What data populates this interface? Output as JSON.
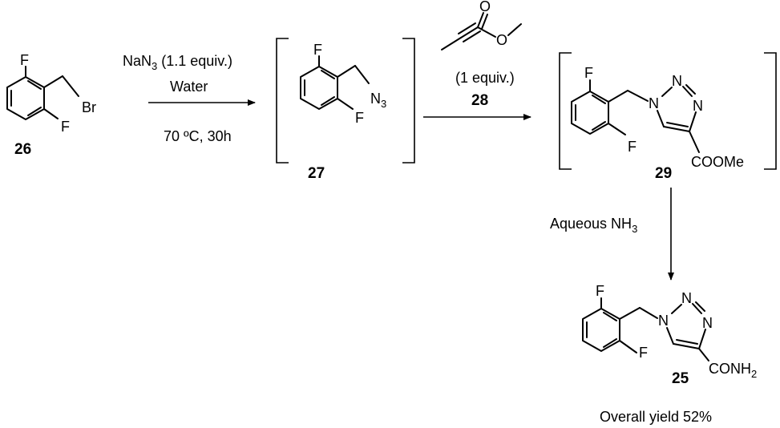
{
  "compounds": {
    "c26": {
      "label": "26",
      "atoms": {
        "f_top": "F",
        "f_bottom": "F",
        "br": "Br"
      }
    },
    "c27": {
      "label": "27",
      "atoms": {
        "f_top": "F",
        "f_bottom": "F",
        "n3": "N",
        "n3_sub": "3"
      }
    },
    "c28": {
      "label": "28",
      "atoms": {
        "o_carbonyl": "O",
        "o_ester": "O"
      },
      "amount": "(1 equiv.)"
    },
    "c29": {
      "label": "29",
      "atoms": {
        "f_top": "F",
        "f_bottom": "F",
        "n1": "N",
        "n2": "N",
        "n3": "N",
        "ester": "COOMe"
      }
    },
    "c25": {
      "label": "25",
      "atoms": {
        "f_top": "F",
        "f_bottom": "F",
        "n1": "N",
        "n2": "N",
        "n3": "N",
        "amide": "CONH",
        "amide_sub": "2"
      }
    }
  },
  "steps": {
    "step1": {
      "reagent": "NaN",
      "reagent_sub": "3",
      "reagent_tail": " (1.1 equiv.)",
      "solvent": "Water",
      "conditions": "70 ºC, 30h"
    },
    "step3": {
      "reagent": "Aqueous NH",
      "reagent_sub": "3"
    }
  },
  "result": {
    "yield": "Overall yield 52%"
  }
}
